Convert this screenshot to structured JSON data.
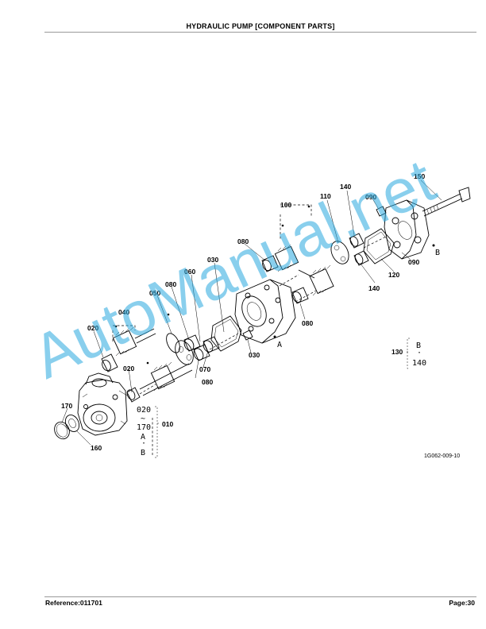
{
  "page": {
    "title": "HYDRAULIC PUMP [COMPONENT PARTS]",
    "reference": "Reference:011701",
    "page_number": "Page:30"
  },
  "diagram": {
    "figure_code": "1G062-009-10",
    "watermark": "AutoManual.net",
    "callouts": [
      "150",
      "140",
      "110",
      "090",
      "100",
      "080",
      "030",
      "060",
      "080",
      "050",
      "040",
      "020",
      "020",
      "170",
      "160",
      "010",
      "080",
      "070",
      "080",
      "030",
      "140",
      "120",
      "090"
    ],
    "ref_letters": [
      "B",
      "A",
      "A",
      "B",
      "B"
    ],
    "group_010": {
      "from": "020",
      "tilde": "~",
      "to": "170",
      "a": "A",
      "dot": "·",
      "b": "B"
    },
    "group_130": {
      "code": "130",
      "b": "B",
      "dot": "·",
      "code2": "140"
    }
  }
}
